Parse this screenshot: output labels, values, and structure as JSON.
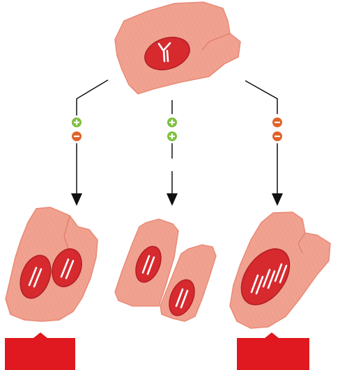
{
  "colors": {
    "cell_fill": "#f2a391",
    "cell_stroke": "#e98a77",
    "cell_texture": "#de8c7a",
    "nucleus": "#d62a2f",
    "nucleus_edge": "#b01e23",
    "chromosome": "#ffffff",
    "plus_green": "#7fbf3f",
    "minus_orange": "#e0632a",
    "connector": "#111111",
    "result_box": "#e0181f"
  },
  "icons": {
    "plus": "plus-icon",
    "minus": "minus-icon",
    "arrow": "arrow-down-icon"
  },
  "branches": [
    {
      "id": "left",
      "signals": [
        "plus",
        "minus"
      ]
    },
    {
      "id": "middle",
      "signals": [
        "plus",
        "plus"
      ]
    },
    {
      "id": "right",
      "signals": [
        "minus",
        "minus"
      ]
    }
  ]
}
